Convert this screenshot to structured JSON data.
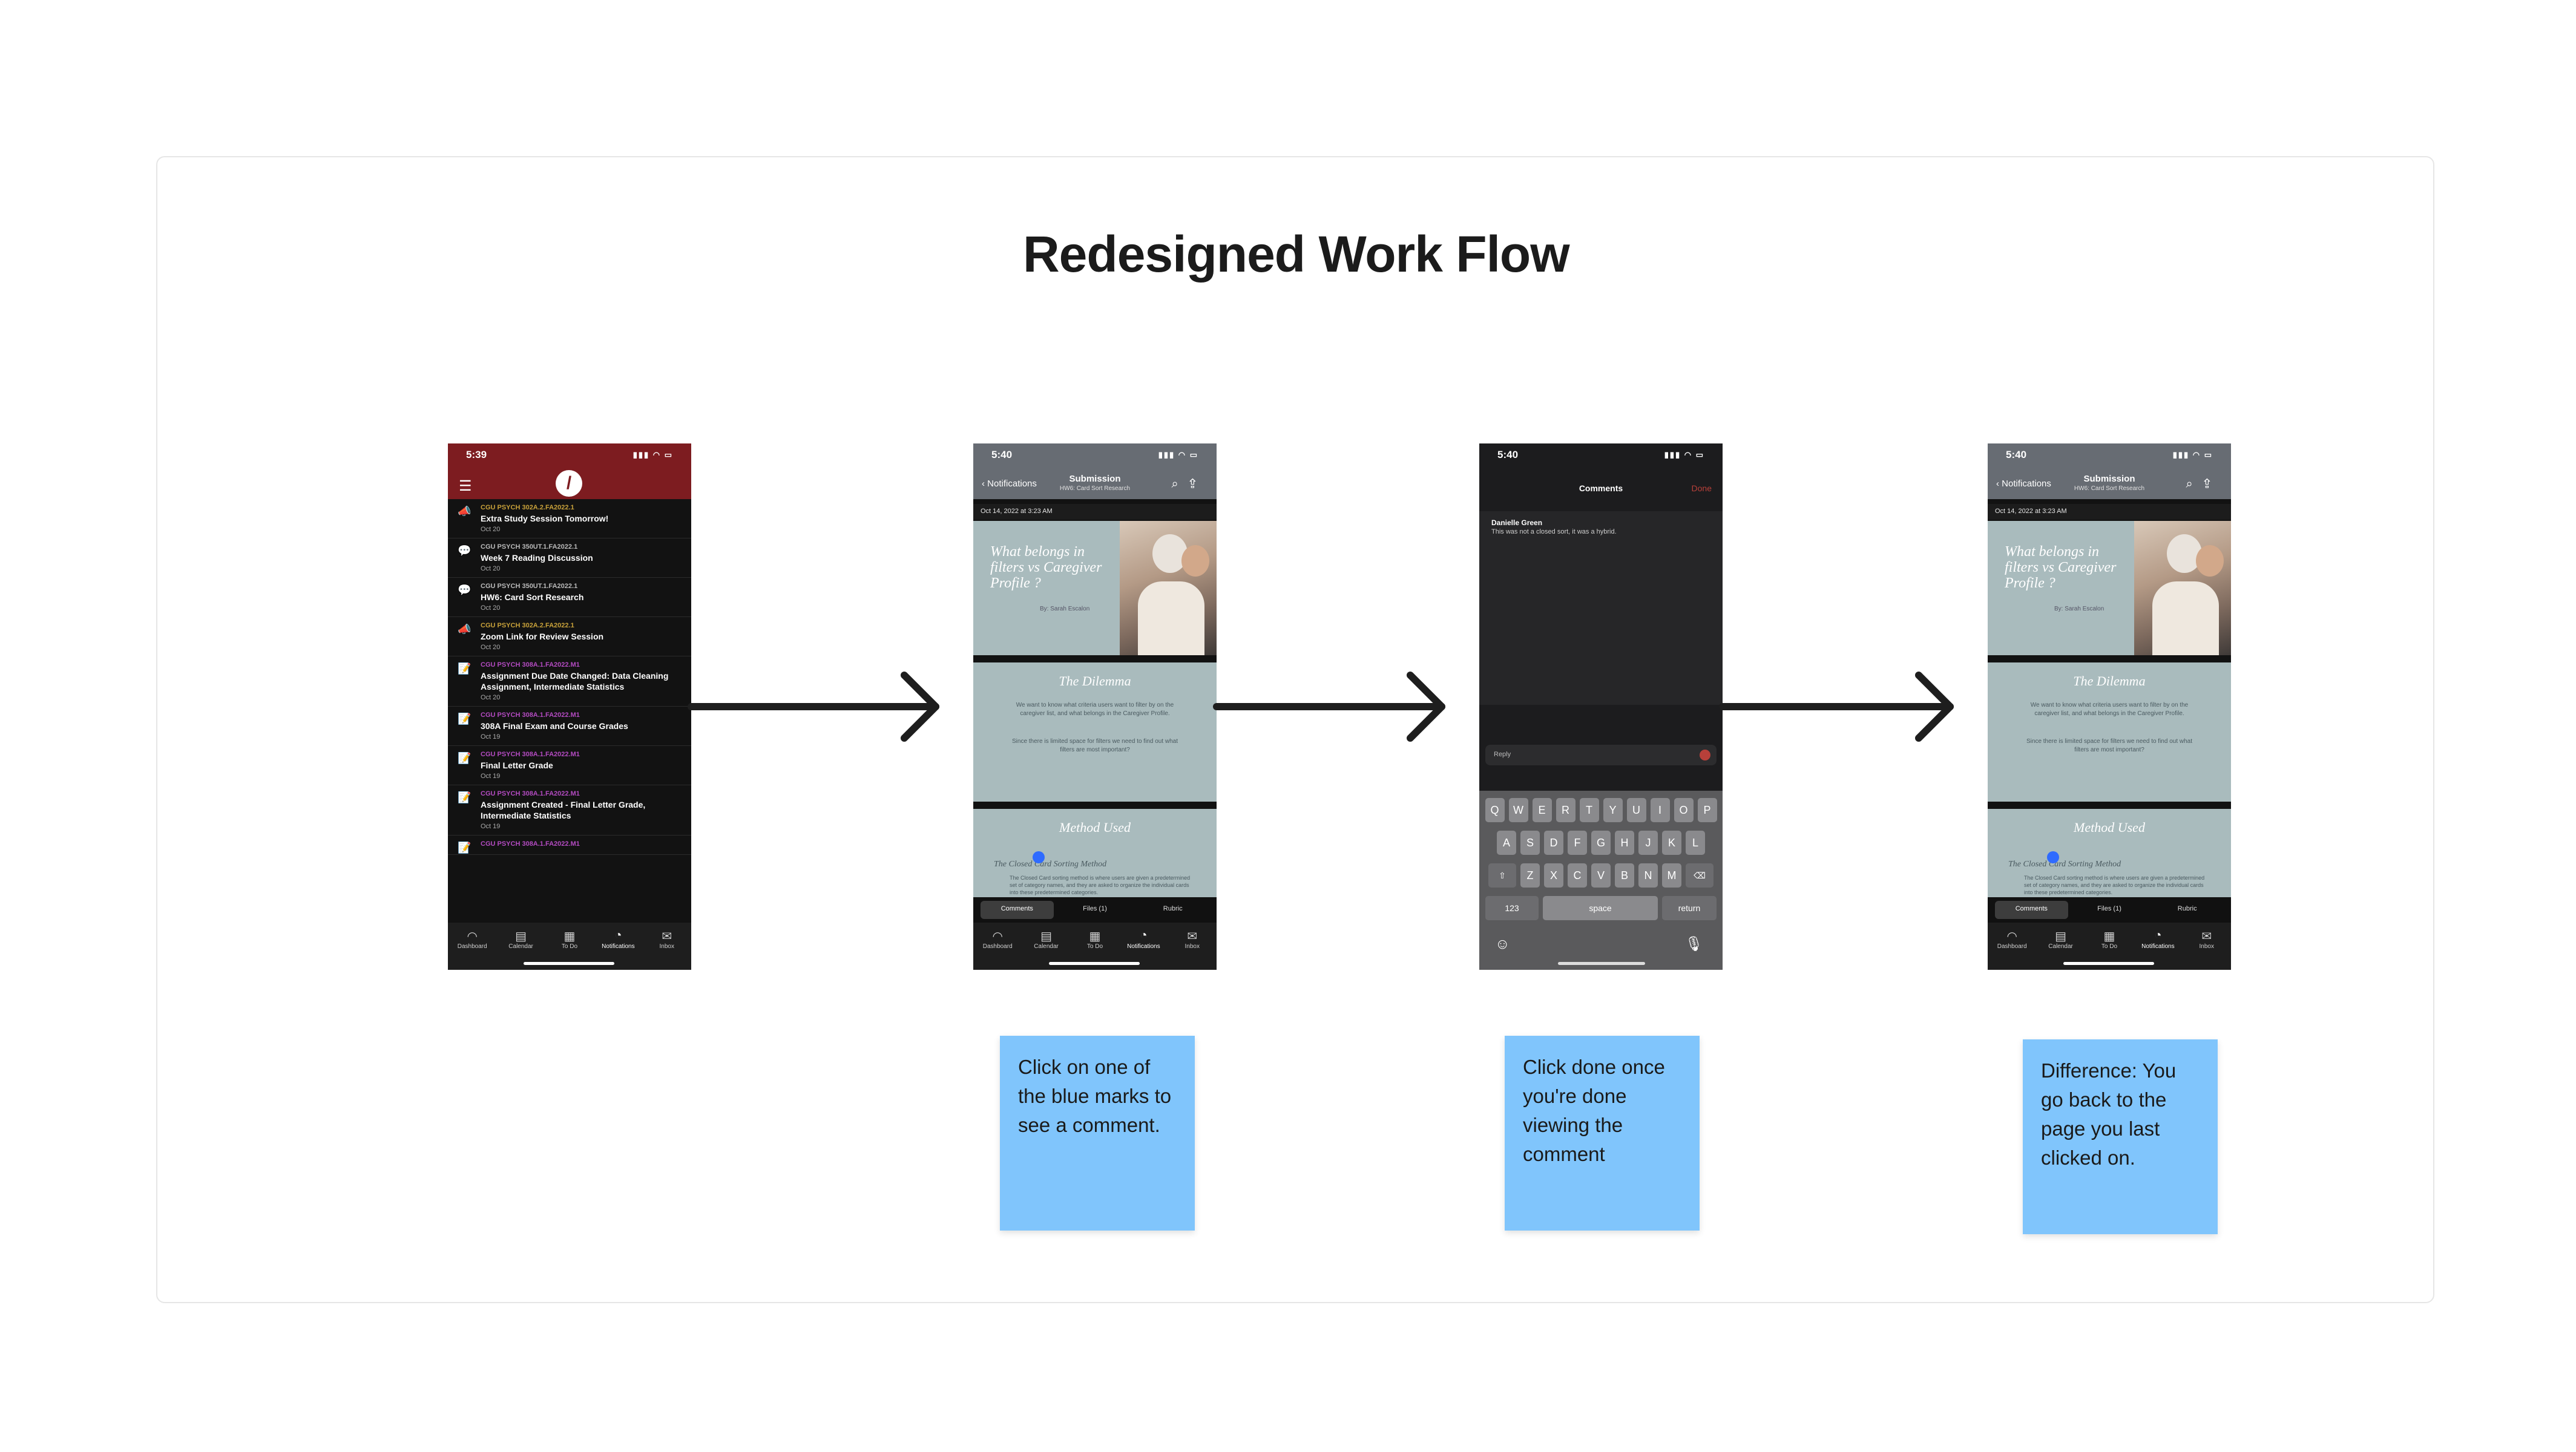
{
  "title": "Redesigned Work Flow",
  "phone1": {
    "time": "5:39",
    "notifications": [
      {
        "course": "CGU PSYCH 302A.2.FA2022.1",
        "title": "Extra Study Session Tomorrow!",
        "date": "Oct 20",
        "kind": "announcement"
      },
      {
        "course": "CGU PSYCH 350UT.1.FA2022.1",
        "title": "Week 7 Reading Discussion",
        "date": "Oct 20",
        "kind": "discussion"
      },
      {
        "course": "CGU PSYCH 350UT.1.FA2022.1",
        "title": "HW6: Card Sort Research",
        "date": "Oct 20",
        "kind": "discussion"
      },
      {
        "course": "CGU PSYCH 302A.2.FA2022.1",
        "title": "Zoom Link for Review Session",
        "date": "Oct 20",
        "kind": "announcement"
      },
      {
        "course": "CGU PSYCH 308A.1.FA2022.M1",
        "title": "Assignment Due Date Changed: Data Cleaning Assignment, Intermediate Statistics",
        "date": "Oct 20",
        "kind": "assignment"
      },
      {
        "course": "CGU PSYCH 308A.1.FA2022.M1",
        "title": "308A Final Exam and Course Grades",
        "date": "Oct 19",
        "kind": "assignment"
      },
      {
        "course": "CGU PSYCH 308A.1.FA2022.M1",
        "title": "Final Letter Grade",
        "date": "Oct 19",
        "kind": "assignment"
      },
      {
        "course": "CGU PSYCH 308A.1.FA2022.M1",
        "title": "Assignment Created - Final Letter Grade, Intermediate Statistics",
        "date": "Oct 19",
        "kind": "assignment"
      },
      {
        "course": "CGU PSYCH 308A.1.FA2022.M1",
        "title": "",
        "date": "",
        "kind": "assignment"
      }
    ]
  },
  "tabs": [
    "Dashboard",
    "Calendar",
    "To Do",
    "Notifications",
    "Inbox"
  ],
  "submission": {
    "time": "5:40",
    "back": "Notifications",
    "title": "Submission",
    "subtitle": "HW6: Card Sort Research",
    "date": "Oct 14, 2022 at 3:23 AM",
    "slide1_title": "What belongs in filters vs Caregiver Profile ?",
    "slide1_byline": "By: Sarah Escalon",
    "slide2_title": "The Dilemma",
    "slide2_body1": "We want to know what criteria users want to filter by on the caregiver list, and what belongs in the Caregiver Profile.",
    "slide2_body2": "Since there is limited space for filters we need to find out what filters are most important?",
    "slide3_title": "Method Used",
    "slide3_method": "The Closed Card Sorting Method",
    "slide3_body": "The Closed Card sorting method is where users are given a predetermined set of category names, and they are asked to organize the individual cards into these predetermined categories.",
    "segments": [
      "Comments",
      "Files (1)",
      "Rubric"
    ]
  },
  "comments": {
    "time": "5:40",
    "title": "Comments",
    "done": "Done",
    "author": "Danielle Green",
    "text": "This was not a closed sort, it was a hybrid.",
    "reply_placeholder": "Reply",
    "keys_row1": [
      "Q",
      "W",
      "E",
      "R",
      "T",
      "Y",
      "U",
      "I",
      "O",
      "P"
    ],
    "keys_row2": [
      "A",
      "S",
      "D",
      "F",
      "G",
      "H",
      "J",
      "K",
      "L"
    ],
    "keys_row3": [
      "Z",
      "X",
      "C",
      "V",
      "B",
      "N",
      "M"
    ],
    "key_123": "123",
    "key_space": "space",
    "key_return": "return"
  },
  "stickies": [
    "Click on one of the blue marks to see a comment.",
    "Click done once you're done viewing the comment",
    "Difference: You go back to the page you last clicked on."
  ]
}
